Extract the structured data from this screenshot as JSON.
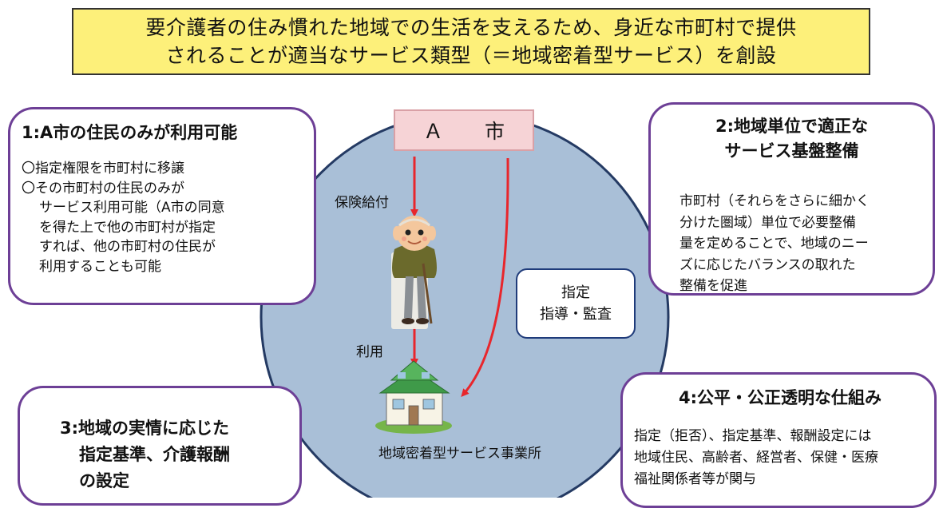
{
  "banner": {
    "line1": "要介護者の住み慣れた地域での生活を支えるため、身近な市町村で提供",
    "line2": "されることが適当なサービス類型（＝地域密着型サービス）を創設"
  },
  "center": {
    "city": "Ａ 市",
    "insurance_label": "保険給付",
    "use_label": "利用",
    "facility_label": "地域密着型サービス事業所",
    "designation_line1": "指定",
    "designation_line2": "指導・監査"
  },
  "box1": {
    "title": "1:A市の住民のみが利用可能",
    "lines": [
      "〇指定権限を市町村に移譲",
      "〇その市町村の住民のみが",
      "サービス利用可能（A市の同意",
      "を得た上で他の市町村が指定",
      "すれば、他の市町村の住民が",
      "利用することも可能"
    ]
  },
  "box2": {
    "title_line1": "2:地域単位で適正な",
    "title_line2": "サービス基盤整備",
    "lines": [
      "市町村（それらをさらに細かく",
      "分けた圏域）単位で必要整備",
      "量を定めることで、地域のニー",
      "ズに応じたバランスの取れた",
      "整備を促進"
    ]
  },
  "box3": {
    "title_line1": "3:地域の実情に応じた",
    "title_line2": "指定基準、介護報酬",
    "title_line3": "の設定"
  },
  "box4": {
    "title": "4:公平・公正透明な仕組み",
    "lines": [
      "指定（拒否）、指定基準、報酬設定には",
      "地域住民、高齢者、経営者、保健・医療",
      "福祉関係者等が関与"
    ]
  },
  "colors": {
    "banner_bg": "#fdf07a",
    "circle_fill": "#a9bfd7",
    "box_border": "#6d3f96",
    "arrow": "#e8262c",
    "city_bg": "#f6d3d6",
    "designation_border": "#1f3b7a"
  },
  "icons": [
    "elderly-person-icon",
    "house-icon"
  ]
}
